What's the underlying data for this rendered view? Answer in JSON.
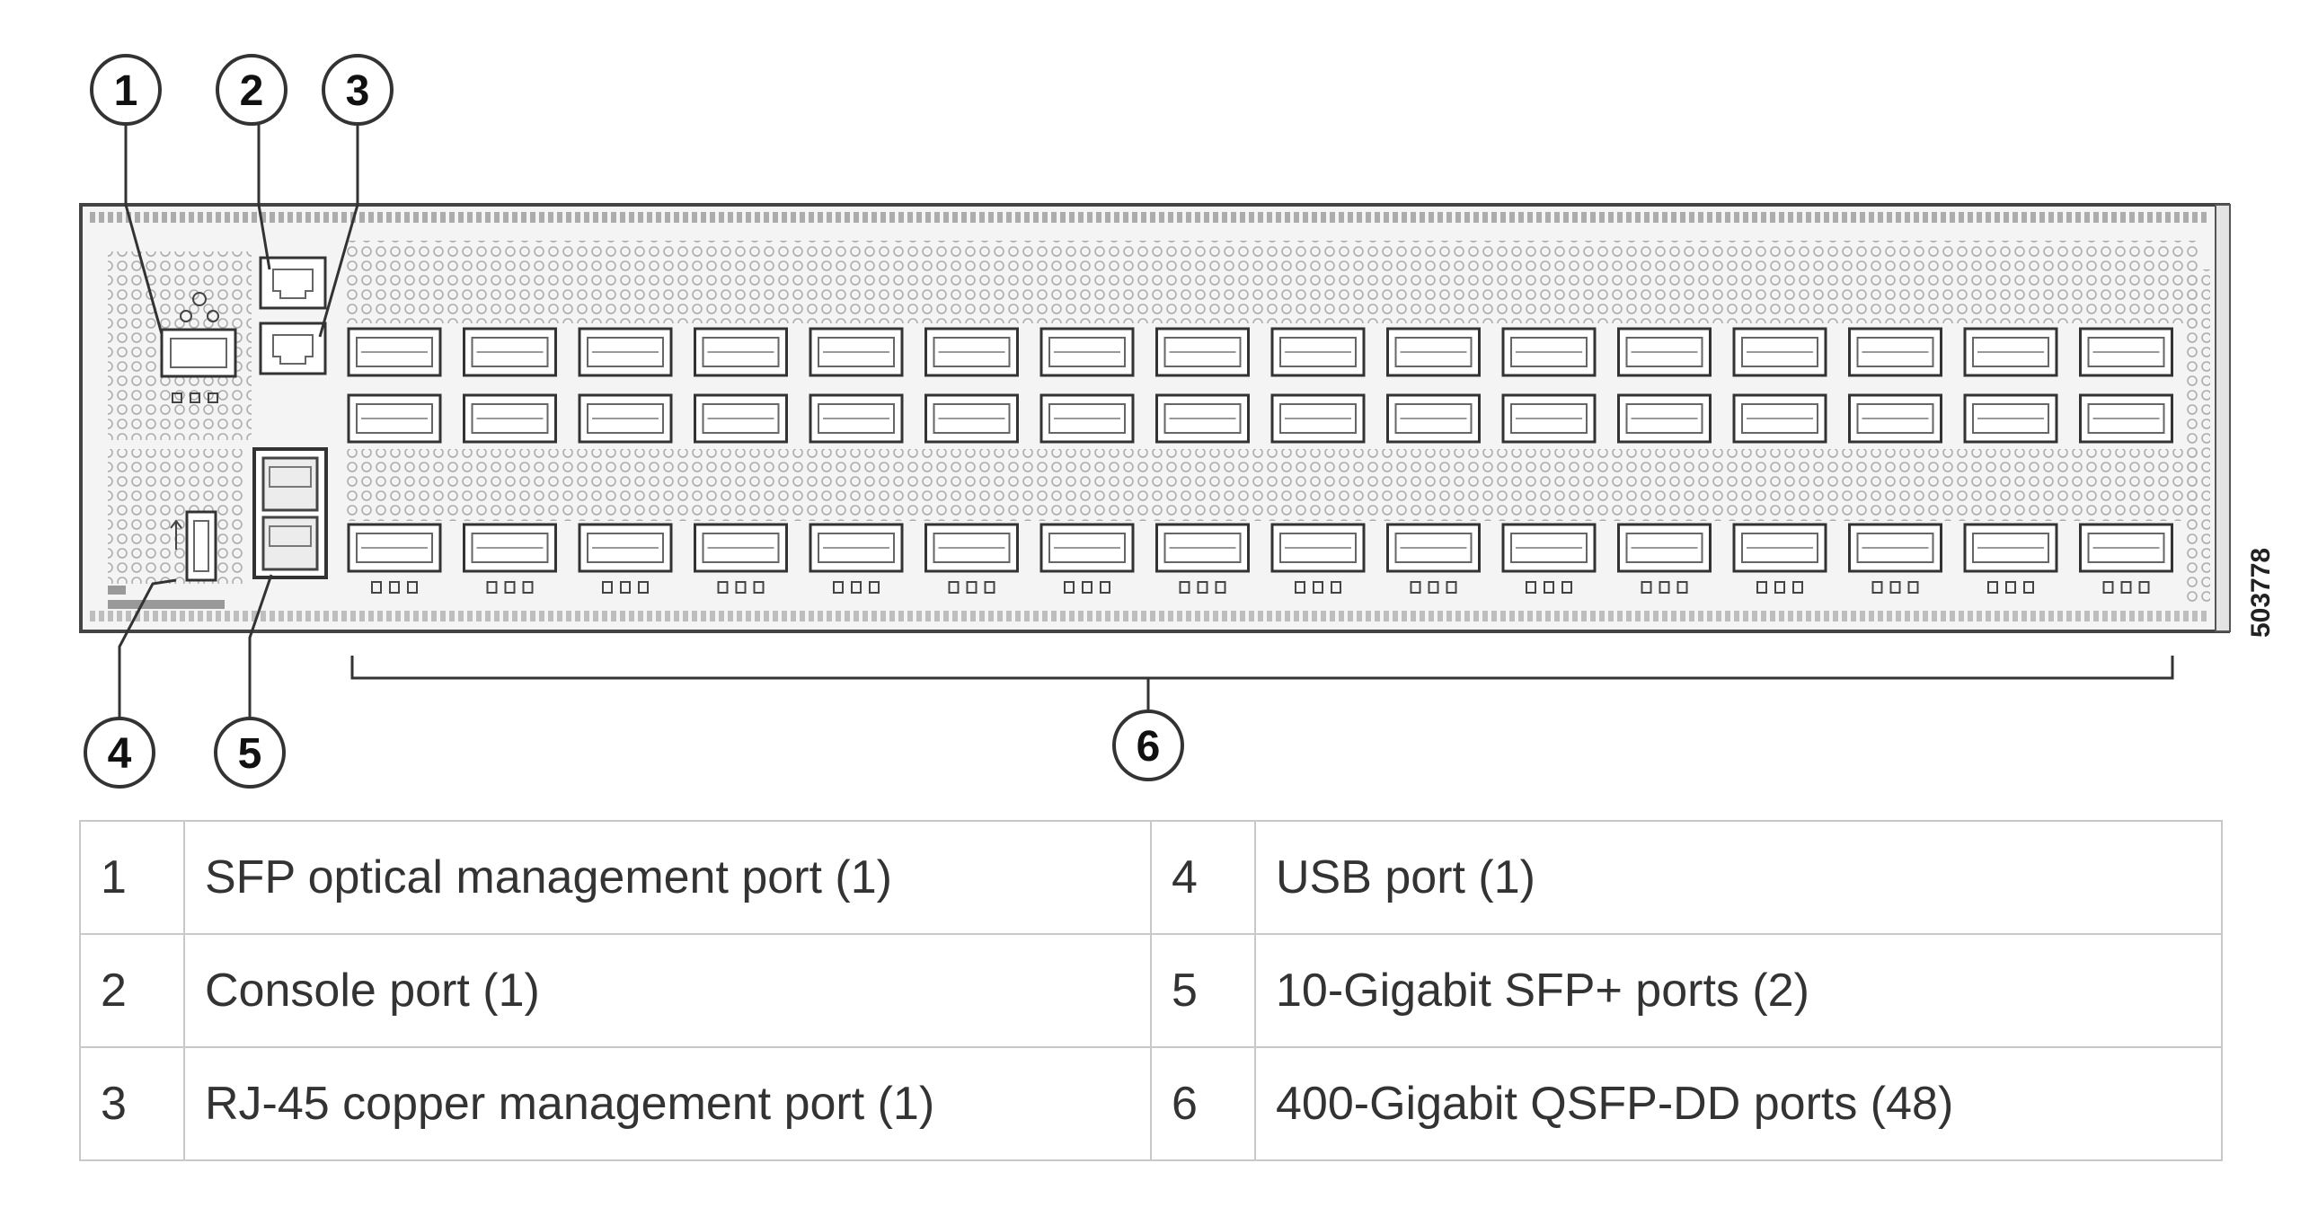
{
  "figure_id": "503778",
  "callouts": [
    {
      "num": "1"
    },
    {
      "num": "2"
    },
    {
      "num": "3"
    },
    {
      "num": "4"
    },
    {
      "num": "5"
    },
    {
      "num": "6"
    }
  ],
  "legend_rows": [
    {
      "left_num": "1",
      "left_label": "SFP optical management port (1)",
      "right_num": "4",
      "right_label": "USB port (1)"
    },
    {
      "left_num": "2",
      "left_label": "Console port (1)",
      "right_num": "5",
      "right_label": "10-Gigabit SFP+ ports (2)"
    },
    {
      "left_num": "3",
      "left_label": "RJ-45 copper management port (1)",
      "right_num": "6",
      "right_label": "400-Gigabit QSFP-DD ports (48)"
    }
  ],
  "colors": {
    "line": "#333333",
    "chassis_fill": "#f4f4f4",
    "port_fill": "#ffffff",
    "grid": "#c8c8c8"
  }
}
